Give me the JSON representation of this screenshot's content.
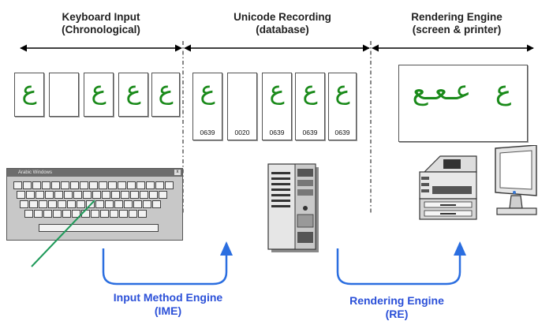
{
  "sections": [
    {
      "title": "Keyboard Input",
      "subtitle": "(Chronological)"
    },
    {
      "title": "Unicode Recording",
      "subtitle": "(database)"
    },
    {
      "title": "Rendering Engine",
      "subtitle": "(screen & printer)"
    }
  ],
  "glyph_char": "ع",
  "keyboard_window_title": "Arabic Windows",
  "keyboard_close": "x",
  "unicode_codes": [
    "0639",
    "0020",
    "0639",
    "0639",
    "0639"
  ],
  "rendered_text": {
    "isolated": "ع",
    "connected": "عـعـع"
  },
  "engines": [
    {
      "name": "Input Method Engine",
      "abbr": "(IME)"
    },
    {
      "name": "Rendering Engine",
      "abbr": "(RE)"
    }
  ],
  "colors": {
    "glyph": "#1a8a1a",
    "arrow": "#2b6ee0",
    "label": "#2b50d8",
    "pointer": "#1f9a5a"
  },
  "icons": {
    "keyboard": "keyboard-icon",
    "database": "database-server-icon",
    "printer": "printer-icon",
    "monitor": "monitor-icon"
  }
}
